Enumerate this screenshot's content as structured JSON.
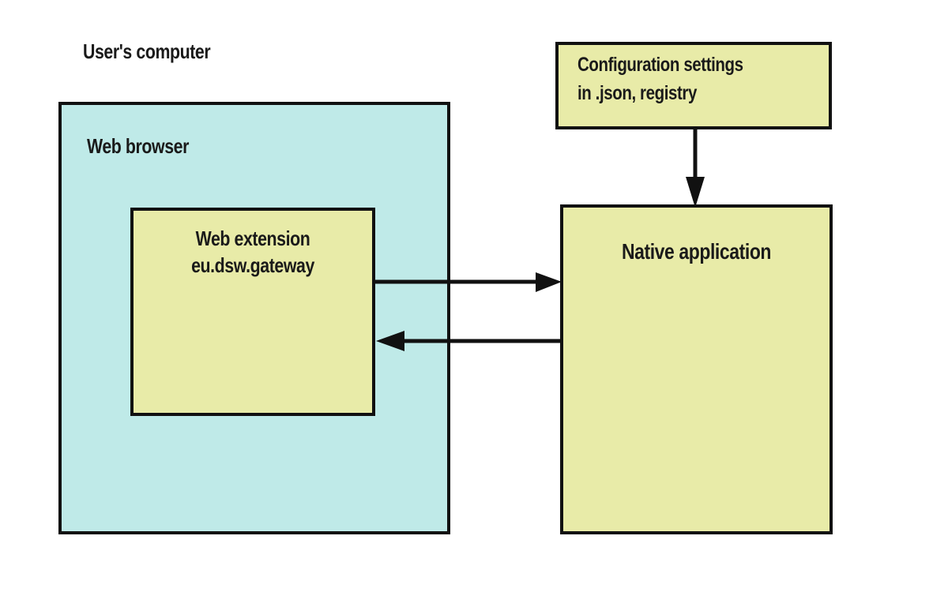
{
  "colors": {
    "browser_fill": "#bfeae8",
    "component_fill": "#e8eba8",
    "stroke": "#111111"
  },
  "labels": {
    "computer": "User's computer",
    "browser": "Web browser",
    "extension_line1": "Web extension",
    "extension_line2": "eu.dsw.gateway",
    "config_line1": "Configuration settings",
    "config_line2": "in .json, registry",
    "native": "Native application"
  }
}
